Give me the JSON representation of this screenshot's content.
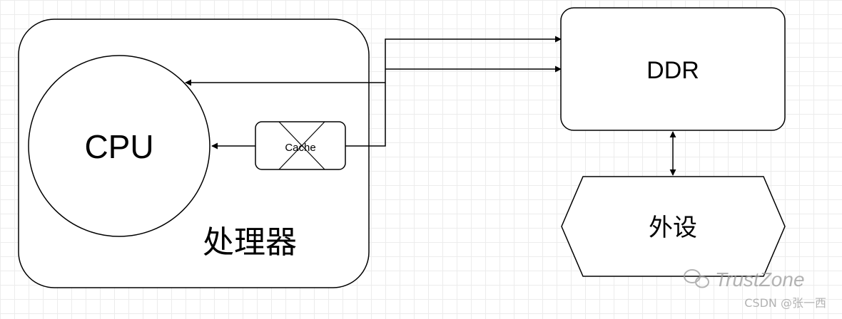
{
  "diagram": {
    "processor_label": "处理器",
    "cpu_label": "CPU",
    "cache_label": "Cache",
    "ddr_label": "DDR",
    "peripheral_label": "外设"
  },
  "watermark": {
    "brand": "TrustZone",
    "credit": "CSDN @张一西"
  },
  "colors": {
    "stroke": "#000000",
    "grid": "#ececec",
    "watermark": "#9a9a9a"
  }
}
